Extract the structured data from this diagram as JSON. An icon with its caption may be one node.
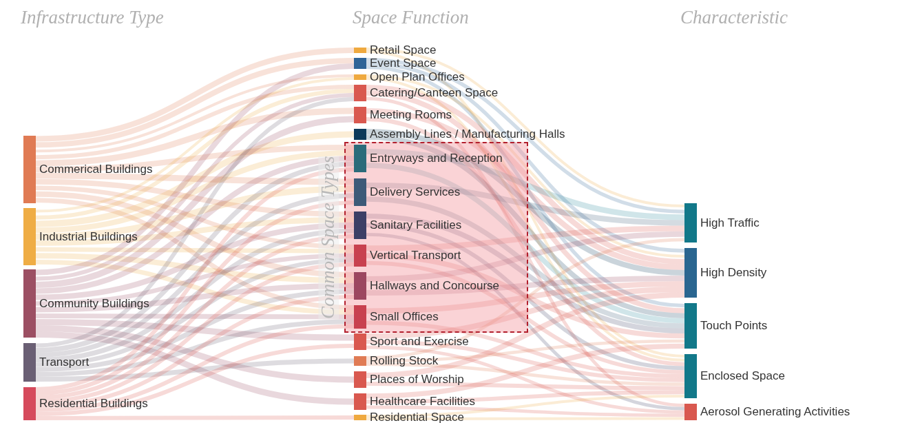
{
  "diagram": {
    "nodes": [
      {
        "text": [
          "Commerical Buildings"
        ]
      },
      {
        "text": [
          "Industrial Buildings"
        ]
      },
      {
        "text": [
          "Community Buildings"
        ]
      },
      {
        "text": [
          "Transport"
        ]
      },
      {
        "text": [
          "Residential Buildings"
        ]
      },
      {
        "text": [
          "Retail Space"
        ]
      },
      {
        "text": [
          "Event Space"
        ]
      },
      {
        "text": [
          "Open Plan Offices"
        ]
      },
      {
        "text": [
          "Catering/Canteen Space"
        ]
      },
      {
        "text": [
          "Meeting Rooms"
        ]
      },
      {
        "text": [
          "Assembly Lines / Manufacturing Halls"
        ]
      },
      {
        "text": [
          "Common Space Types"
        ]
      },
      {
        "text": [
          "Entryways and Reception"
        ],
        "in": 11
      },
      {
        "text": [
          "Delivery Services"
        ],
        "in": 11
      },
      {
        "text": [
          "Sanitary Facilities"
        ],
        "in": 11
      },
      {
        "text": [
          "Vertical Transport"
        ],
        "in": 11
      },
      {
        "text": [
          "Hallways and Concourse"
        ],
        "in": 11
      },
      {
        "text": [
          "Small Offices"
        ],
        "in": 11
      },
      {
        "text": [
          "Sport and Exercise"
        ]
      },
      {
        "text": [
          "Rolling Stock"
        ]
      },
      {
        "text": [
          "Places of Worship"
        ]
      },
      {
        "text": [
          "Healthcare Facilities"
        ]
      },
      {
        "text": [
          "Residential Space"
        ]
      },
      {
        "text": [
          "High Traffic"
        ]
      },
      {
        "text": [
          "High Density"
        ]
      },
      {
        "text": [
          "Touch Points"
        ]
      },
      {
        "text": [
          "Enclosed Space"
        ]
      },
      {
        "text": [
          "Aerosol Generating Activities"
        ]
      }
    ],
    "edges": [
      {
        "from": 0,
        "to": 5,
        "arrow": "none",
        "color": "#e07b54"
      },
      {
        "from": 0,
        "to": 6,
        "arrow": "none",
        "color": "#e07b54"
      },
      {
        "from": 0,
        "to": 7,
        "arrow": "none",
        "color": "#e07b54"
      },
      {
        "from": 0,
        "to": 8,
        "arrow": "none",
        "color": "#e07b54"
      },
      {
        "from": 0,
        "to": 9,
        "arrow": "none",
        "color": "#e07b54"
      },
      {
        "from": 0,
        "to": 12,
        "arrow": "none",
        "color": "#e07b54"
      },
      {
        "from": 0,
        "to": 13,
        "arrow": "none",
        "color": "#e07b54"
      },
      {
        "from": 0,
        "to": 14,
        "arrow": "none",
        "color": "#e07b54"
      },
      {
        "from": 0,
        "to": 15,
        "arrow": "none",
        "color": "#e07b54"
      },
      {
        "from": 0,
        "to": 16,
        "arrow": "none",
        "color": "#e07b54"
      },
      {
        "from": 0,
        "to": 17,
        "arrow": "none",
        "color": "#e07b54"
      },
      {
        "from": 1,
        "to": 7,
        "arrow": "none",
        "color": "#efad45"
      },
      {
        "from": 1,
        "to": 8,
        "arrow": "none",
        "color": "#efad45"
      },
      {
        "from": 1,
        "to": 10,
        "arrow": "none",
        "color": "#efad45"
      },
      {
        "from": 1,
        "to": 12,
        "arrow": "none",
        "color": "#efad45"
      },
      {
        "from": 1,
        "to": 13,
        "arrow": "none",
        "color": "#efad45"
      },
      {
        "from": 1,
        "to": 14,
        "arrow": "none",
        "color": "#efad45"
      },
      {
        "from": 1,
        "to": 15,
        "arrow": "none",
        "color": "#efad45"
      },
      {
        "from": 1,
        "to": 16,
        "arrow": "none",
        "color": "#efad45"
      },
      {
        "from": 1,
        "to": 17,
        "arrow": "none",
        "color": "#efad45"
      },
      {
        "from": 2,
        "to": 6,
        "arrow": "none",
        "color": "#9c4f63"
      },
      {
        "from": 2,
        "to": 8,
        "arrow": "none",
        "color": "#9c4f63"
      },
      {
        "from": 2,
        "to": 9,
        "arrow": "none",
        "color": "#9c4f63"
      },
      {
        "from": 2,
        "to": 12,
        "arrow": "none",
        "color": "#9c4f63"
      },
      {
        "from": 2,
        "to": 14,
        "arrow": "none",
        "color": "#9c4f63"
      },
      {
        "from": 2,
        "to": 15,
        "arrow": "none",
        "color": "#9c4f63"
      },
      {
        "from": 2,
        "to": 16,
        "arrow": "none",
        "color": "#9c4f63"
      },
      {
        "from": 2,
        "to": 17,
        "arrow": "none",
        "color": "#9c4f63"
      },
      {
        "from": 2,
        "to": 18,
        "arrow": "none",
        "color": "#9c4f63"
      },
      {
        "from": 2,
        "to": 20,
        "arrow": "none",
        "color": "#9c4f63"
      },
      {
        "from": 2,
        "to": 21,
        "arrow": "none",
        "color": "#9c4f63"
      },
      {
        "from": 3,
        "to": 8,
        "arrow": "none",
        "color": "#6a5f74"
      },
      {
        "from": 3,
        "to": 12,
        "arrow": "none",
        "color": "#6a5f74"
      },
      {
        "from": 3,
        "to": 13,
        "arrow": "none",
        "color": "#6a5f74"
      },
      {
        "from": 3,
        "to": 14,
        "arrow": "none",
        "color": "#6a5f74"
      },
      {
        "from": 3,
        "to": 15,
        "arrow": "none",
        "color": "#6a5f74"
      },
      {
        "from": 3,
        "to": 16,
        "arrow": "none",
        "color": "#6a5f74"
      },
      {
        "from": 3,
        "to": 17,
        "arrow": "none",
        "color": "#6a5f74"
      },
      {
        "from": 3,
        "to": 19,
        "arrow": "none",
        "color": "#6a5f74"
      },
      {
        "from": 4,
        "to": 12,
        "arrow": "none"
      },
      {
        "from": 4,
        "to": 13,
        "arrow": "none"
      },
      {
        "from": 4,
        "to": 14,
        "arrow": "none"
      },
      {
        "from": 4,
        "to": 15,
        "arrow": "none"
      },
      {
        "from": 4,
        "to": 16,
        "arrow": "none"
      },
      {
        "from": 4,
        "to": 17,
        "arrow": "none"
      },
      {
        "from": 4,
        "to": 18,
        "arrow": "none"
      },
      {
        "from": 4,
        "to": 22,
        "arrow": "none"
      },
      {
        "from": 5,
        "to": 23,
        "arrow": "none",
        "color": "#efa93f"
      },
      {
        "from": 5,
        "to": 26,
        "arrow": "none",
        "color": "#efa93f"
      },
      {
        "from": 6,
        "to": 23,
        "arrow": "none",
        "color": "#2f6497"
      },
      {
        "from": 6,
        "to": 24,
        "arrow": "none",
        "color": "#2f6497"
      },
      {
        "from": 6,
        "to": 25,
        "arrow": "none",
        "color": "#2f6497"
      },
      {
        "from": 7,
        "to": 24,
        "arrow": "none",
        "color": "#efa93f"
      },
      {
        "from": 7,
        "to": 26,
        "arrow": "none",
        "color": "#efa93f"
      },
      {
        "from": 8,
        "to": 24,
        "arrow": "none"
      },
      {
        "from": 8,
        "to": 25,
        "arrow": "none"
      },
      {
        "from": 8,
        "to": 27,
        "arrow": "none"
      },
      {
        "from": 9,
        "to": 24,
        "arrow": "none"
      },
      {
        "from": 9,
        "to": 26,
        "arrow": "none"
      },
      {
        "from": 10,
        "to": 24,
        "arrow": "none",
        "color": "#0d3a5a"
      },
      {
        "from": 10,
        "to": 25,
        "arrow": "none",
        "color": "#0d3a5a"
      },
      {
        "from": 12,
        "to": 23,
        "arrow": "none",
        "color": "#2b8a9a"
      },
      {
        "from": 12,
        "to": 25,
        "arrow": "none",
        "color": "#2b8a9a"
      },
      {
        "from": 13,
        "to": 23,
        "arrow": "none",
        "color": "#3d5a78"
      },
      {
        "from": 13,
        "to": 25,
        "arrow": "none",
        "color": "#3d5a78"
      },
      {
        "from": 14,
        "to": 25,
        "arrow": "none",
        "color": "#3c3f66"
      },
      {
        "from": 14,
        "to": 26,
        "arrow": "none",
        "color": "#3c3f66"
      },
      {
        "from": 14,
        "to": 27,
        "arrow": "none",
        "color": "#3c3f66"
      },
      {
        "from": 15,
        "to": 23,
        "arrow": "none"
      },
      {
        "from": 15,
        "to": 25,
        "arrow": "none"
      },
      {
        "from": 15,
        "to": 26,
        "arrow": "none"
      },
      {
        "from": 16,
        "to": 23,
        "arrow": "none",
        "color": "#9c4760"
      },
      {
        "from": 16,
        "to": 24,
        "arrow": "none",
        "color": "#9c4760"
      },
      {
        "from": 17,
        "to": 24,
        "arrow": "none"
      },
      {
        "from": 17,
        "to": 26,
        "arrow": "none"
      },
      {
        "from": 18,
        "to": 24,
        "arrow": "none"
      },
      {
        "from": 18,
        "to": 26,
        "arrow": "none"
      },
      {
        "from": 18,
        "to": 27,
        "arrow": "none"
      },
      {
        "from": 19,
        "to": 23,
        "arrow": "none",
        "color": "#e07b54"
      },
      {
        "from": 19,
        "to": 25,
        "arrow": "none",
        "color": "#e07b54"
      },
      {
        "from": 19,
        "to": 26,
        "arrow": "none",
        "color": "#e07b54"
      },
      {
        "from": 20,
        "to": 24,
        "arrow": "none"
      },
      {
        "from": 20,
        "to": 26,
        "arrow": "none"
      },
      {
        "from": 21,
        "to": 25,
        "arrow": "none"
      },
      {
        "from": 21,
        "to": 26,
        "arrow": "none"
      },
      {
        "from": 21,
        "to": 27,
        "arrow": "none"
      },
      {
        "from": 22,
        "to": 26,
        "arrow": "none",
        "color": "#efa93f"
      },
      {
        "from": 22,
        "to": 27,
        "arrow": "none",
        "color": "#efa93f"
      }
    ],
    "labels": [
      "Infrastructure Type",
      "Space Function",
      "Characteristic"
    ]
  }
}
